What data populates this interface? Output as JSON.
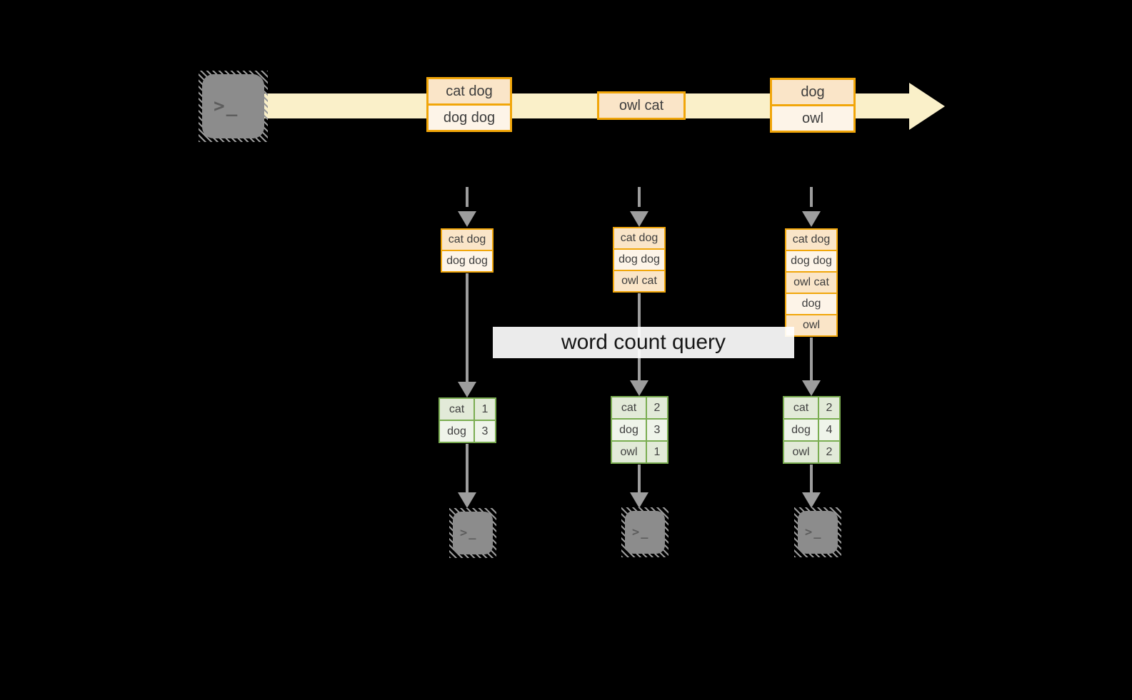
{
  "diagram": {
    "query_label": "word count query",
    "stream_events": [
      {
        "rows": [
          "cat dog",
          "dog dog"
        ]
      },
      {
        "rows": [
          "owl cat"
        ]
      },
      {
        "rows": [
          "dog",
          "owl"
        ]
      }
    ],
    "columns": [
      {
        "state_rows": [
          "cat dog",
          "dog dog"
        ],
        "counts": [
          {
            "word": "cat",
            "count": "1"
          },
          {
            "word": "dog",
            "count": "3"
          }
        ]
      },
      {
        "state_rows": [
          "cat dog",
          "dog dog",
          "owl cat"
        ],
        "counts": [
          {
            "word": "cat",
            "count": "2"
          },
          {
            "word": "dog",
            "count": "3"
          },
          {
            "word": "owl",
            "count": "1"
          }
        ]
      },
      {
        "state_rows": [
          "cat dog",
          "dog dog",
          "owl cat",
          "dog",
          "owl"
        ],
        "counts": [
          {
            "word": "cat",
            "count": "2"
          },
          {
            "word": "dog",
            "count": "4"
          },
          {
            "word": "owl",
            "count": "2"
          }
        ]
      }
    ],
    "icons": {
      "source": "terminal-icon",
      "sinks": [
        "terminal-icon",
        "terminal-icon",
        "terminal-icon"
      ],
      "prompt_glyph": ">_"
    },
    "colors": {
      "background": "#000000",
      "stream_fill": "#FAF0C9",
      "box_border": "#F1A60A",
      "box_fill_a": "#FAE5C8",
      "box_fill_b": "#FDF4E8",
      "table_border": "#7AAD51",
      "table_fill_a": "#E2EAD8",
      "table_fill_b": "#EFF4EA",
      "arrow_gray": "#9D9D9D",
      "terminal_gray": "#8C8C8C"
    }
  }
}
